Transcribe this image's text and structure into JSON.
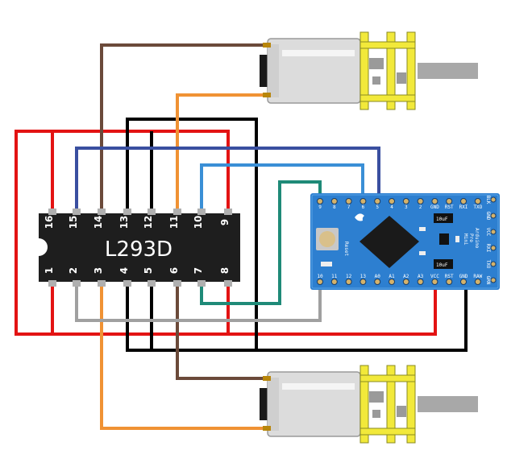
{
  "chip": {
    "label": "L293D",
    "top_pins": [
      "16",
      "15",
      "14",
      "13",
      "12",
      "11",
      "10",
      "9"
    ],
    "bottom_pins": [
      "1",
      "2",
      "3",
      "4",
      "5",
      "6",
      "7",
      "8"
    ]
  },
  "arduino": {
    "top_pins": [
      "9",
      "8",
      "7",
      "6",
      "5",
      "4",
      "3",
      "2",
      "GND",
      "RST",
      "RXI",
      "TXO"
    ],
    "bottom_pins": [
      "10",
      "11",
      "12",
      "13",
      "A0",
      "A1",
      "A2",
      "A3",
      "VCC",
      "RST",
      "GND",
      "RAW"
    ],
    "right_pins": [
      "BLK",
      "GND",
      "VCC",
      "RXI",
      "TXO",
      "GRN"
    ],
    "reset_label": "Reset",
    "board_title": [
      "Arduino",
      "Pro",
      "Mini"
    ],
    "cap1": "10uF",
    "cap2": "10uF"
  },
  "colors": {
    "red": "#e31313",
    "black": "#000000",
    "brown": "#6b4a3a",
    "orange": "#f09234",
    "blue": "#3a4fa0",
    "light_blue": "#3a8fd6",
    "teal": "#1f8a78",
    "gray": "#a0a0a0",
    "chip_body": "#1e1e1e",
    "board": "#2d7fd0",
    "motor_yellow": "#f2e93a"
  },
  "motors": [
    "motor-top",
    "motor-bottom"
  ]
}
